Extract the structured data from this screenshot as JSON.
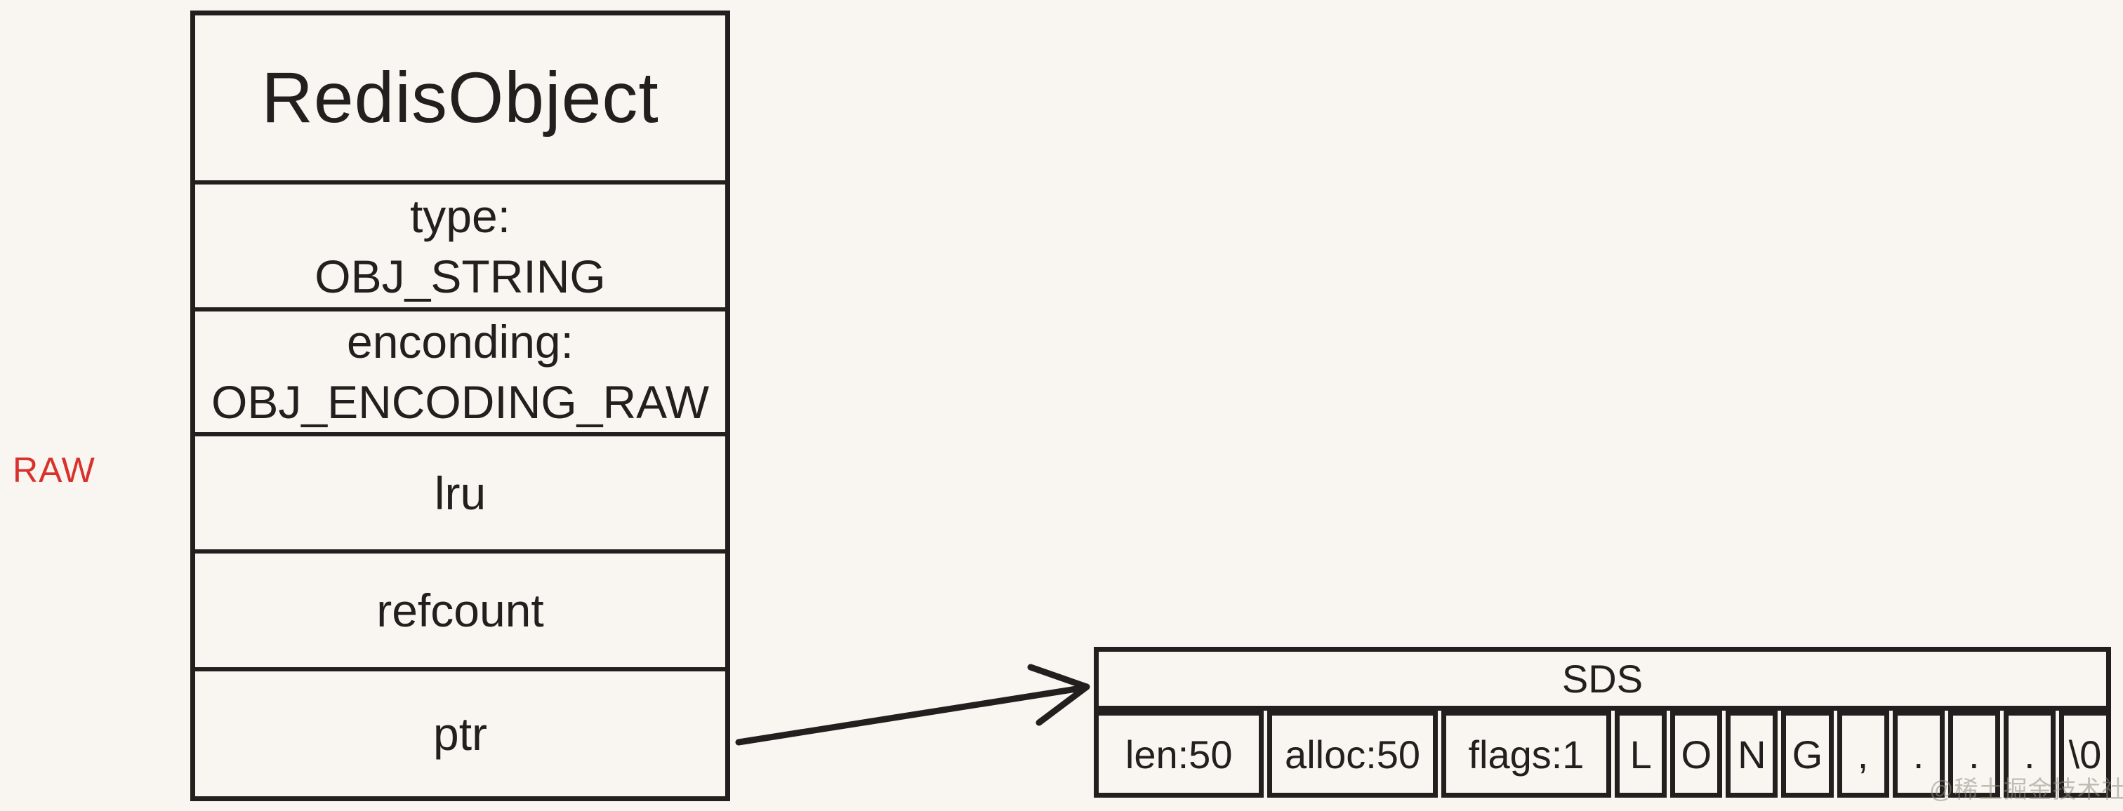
{
  "canvas": {
    "background": "#f9f5f0",
    "line_color": "#221f1e"
  },
  "labels": {
    "raw": "RAW",
    "raw_color": "#d9312b"
  },
  "redis_object": {
    "title": "RedisObject",
    "fields": [
      {
        "lines": [
          "type:",
          "OBJ_STRING"
        ]
      },
      {
        "lines": [
          "enconding:",
          "OBJ_ENCODING_RAW"
        ]
      },
      {
        "lines": [
          "lru"
        ]
      },
      {
        "lines": [
          "refcount"
        ]
      },
      {
        "lines": [
          "ptr"
        ]
      }
    ]
  },
  "sds": {
    "title": "SDS",
    "cells": [
      "len:50",
      "alloc:50",
      "flags:1",
      "L",
      "O",
      "N",
      "G",
      ",",
      ".",
      ".",
      ".",
      "\\0"
    ]
  },
  "watermark": "@稀土掘金技术社区"
}
